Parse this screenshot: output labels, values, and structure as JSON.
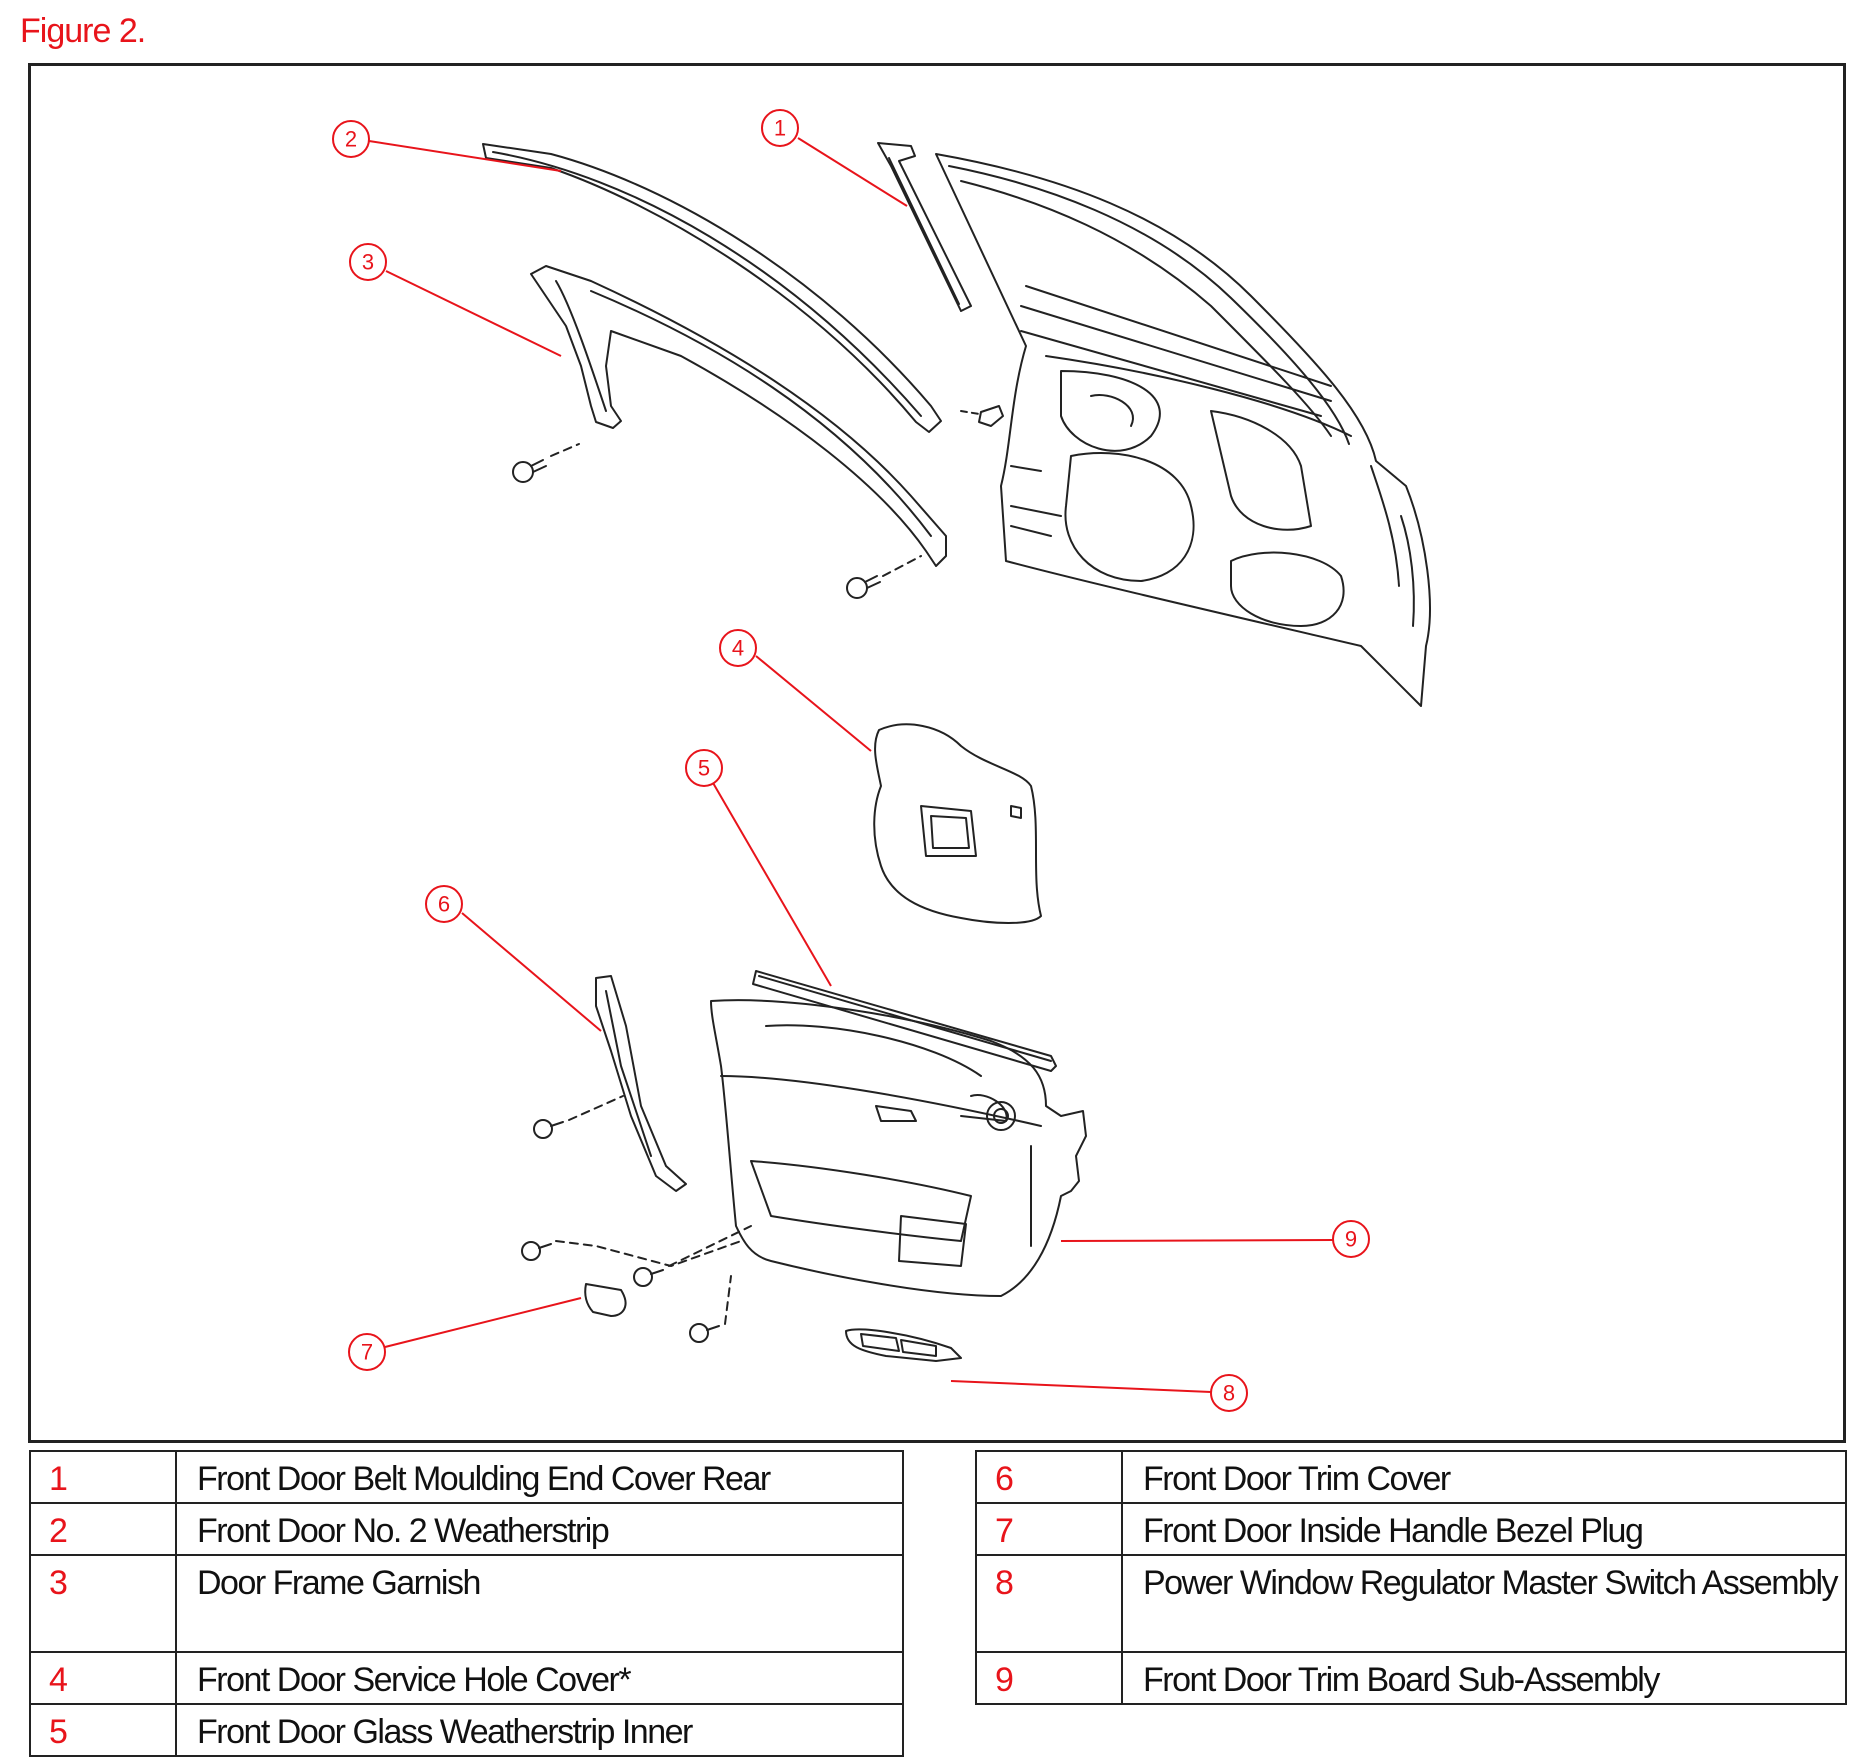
{
  "figure": {
    "title": "Figure 2."
  },
  "callouts": [
    "1",
    "2",
    "3",
    "4",
    "5",
    "6",
    "7",
    "8",
    "9"
  ],
  "legend_left": [
    {
      "num": "1",
      "name": "Front Door Belt Moulding End Cover Rear"
    },
    {
      "num": "2",
      "name": "Front Door No. 2 Weatherstrip"
    },
    {
      "num": "3",
      "name": "Door Frame Garnish"
    },
    {
      "num": "4",
      "name": "Front Door Service Hole Cover*"
    },
    {
      "num": "5",
      "name": "Front Door Glass Weatherstrip Inner"
    }
  ],
  "legend_right": [
    {
      "num": "6",
      "name": "Front Door Trim Cover"
    },
    {
      "num": "7",
      "name": "Front Door Inside Handle Bezel Plug"
    },
    {
      "num": "8",
      "name": "Power Window Regulator Master Switch Assembly"
    },
    {
      "num": "9",
      "name": "Front Door Trim Board Sub-Assembly"
    }
  ],
  "colors": {
    "accent_red": "#e8141b",
    "line": "#222222"
  }
}
